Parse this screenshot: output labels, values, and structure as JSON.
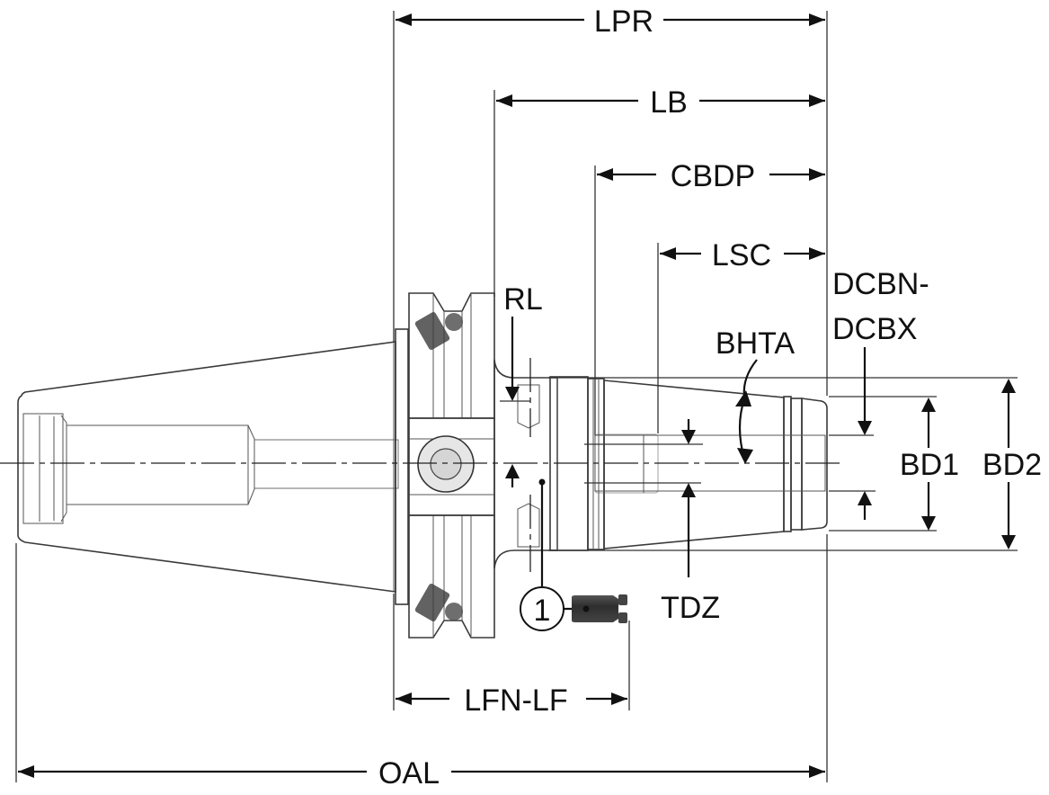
{
  "diagram": {
    "title": "Tool holder dimension drawing",
    "dimensions": {
      "lpr": "LPR",
      "lb": "LB",
      "cbdp": "CBDP",
      "lsc": "LSC",
      "rl": "RL",
      "dcbn_dcbx_line1": "DCBN-",
      "dcbn_dcbx_line2": "DCBX",
      "bhta": "BHTA",
      "bd1": "BD1",
      "bd2": "BD2",
      "tdz": "TDZ",
      "lfn_lf": "LFN-LF",
      "oal": "OAL"
    },
    "callout": {
      "number": "1",
      "item": "retention-knob"
    },
    "colors": {
      "body_light": "#efefef",
      "body_mid": "#d6d6d6",
      "body_dark": "#bdbdbd",
      "line": "#111111",
      "knob": "#3a3a3a"
    }
  }
}
